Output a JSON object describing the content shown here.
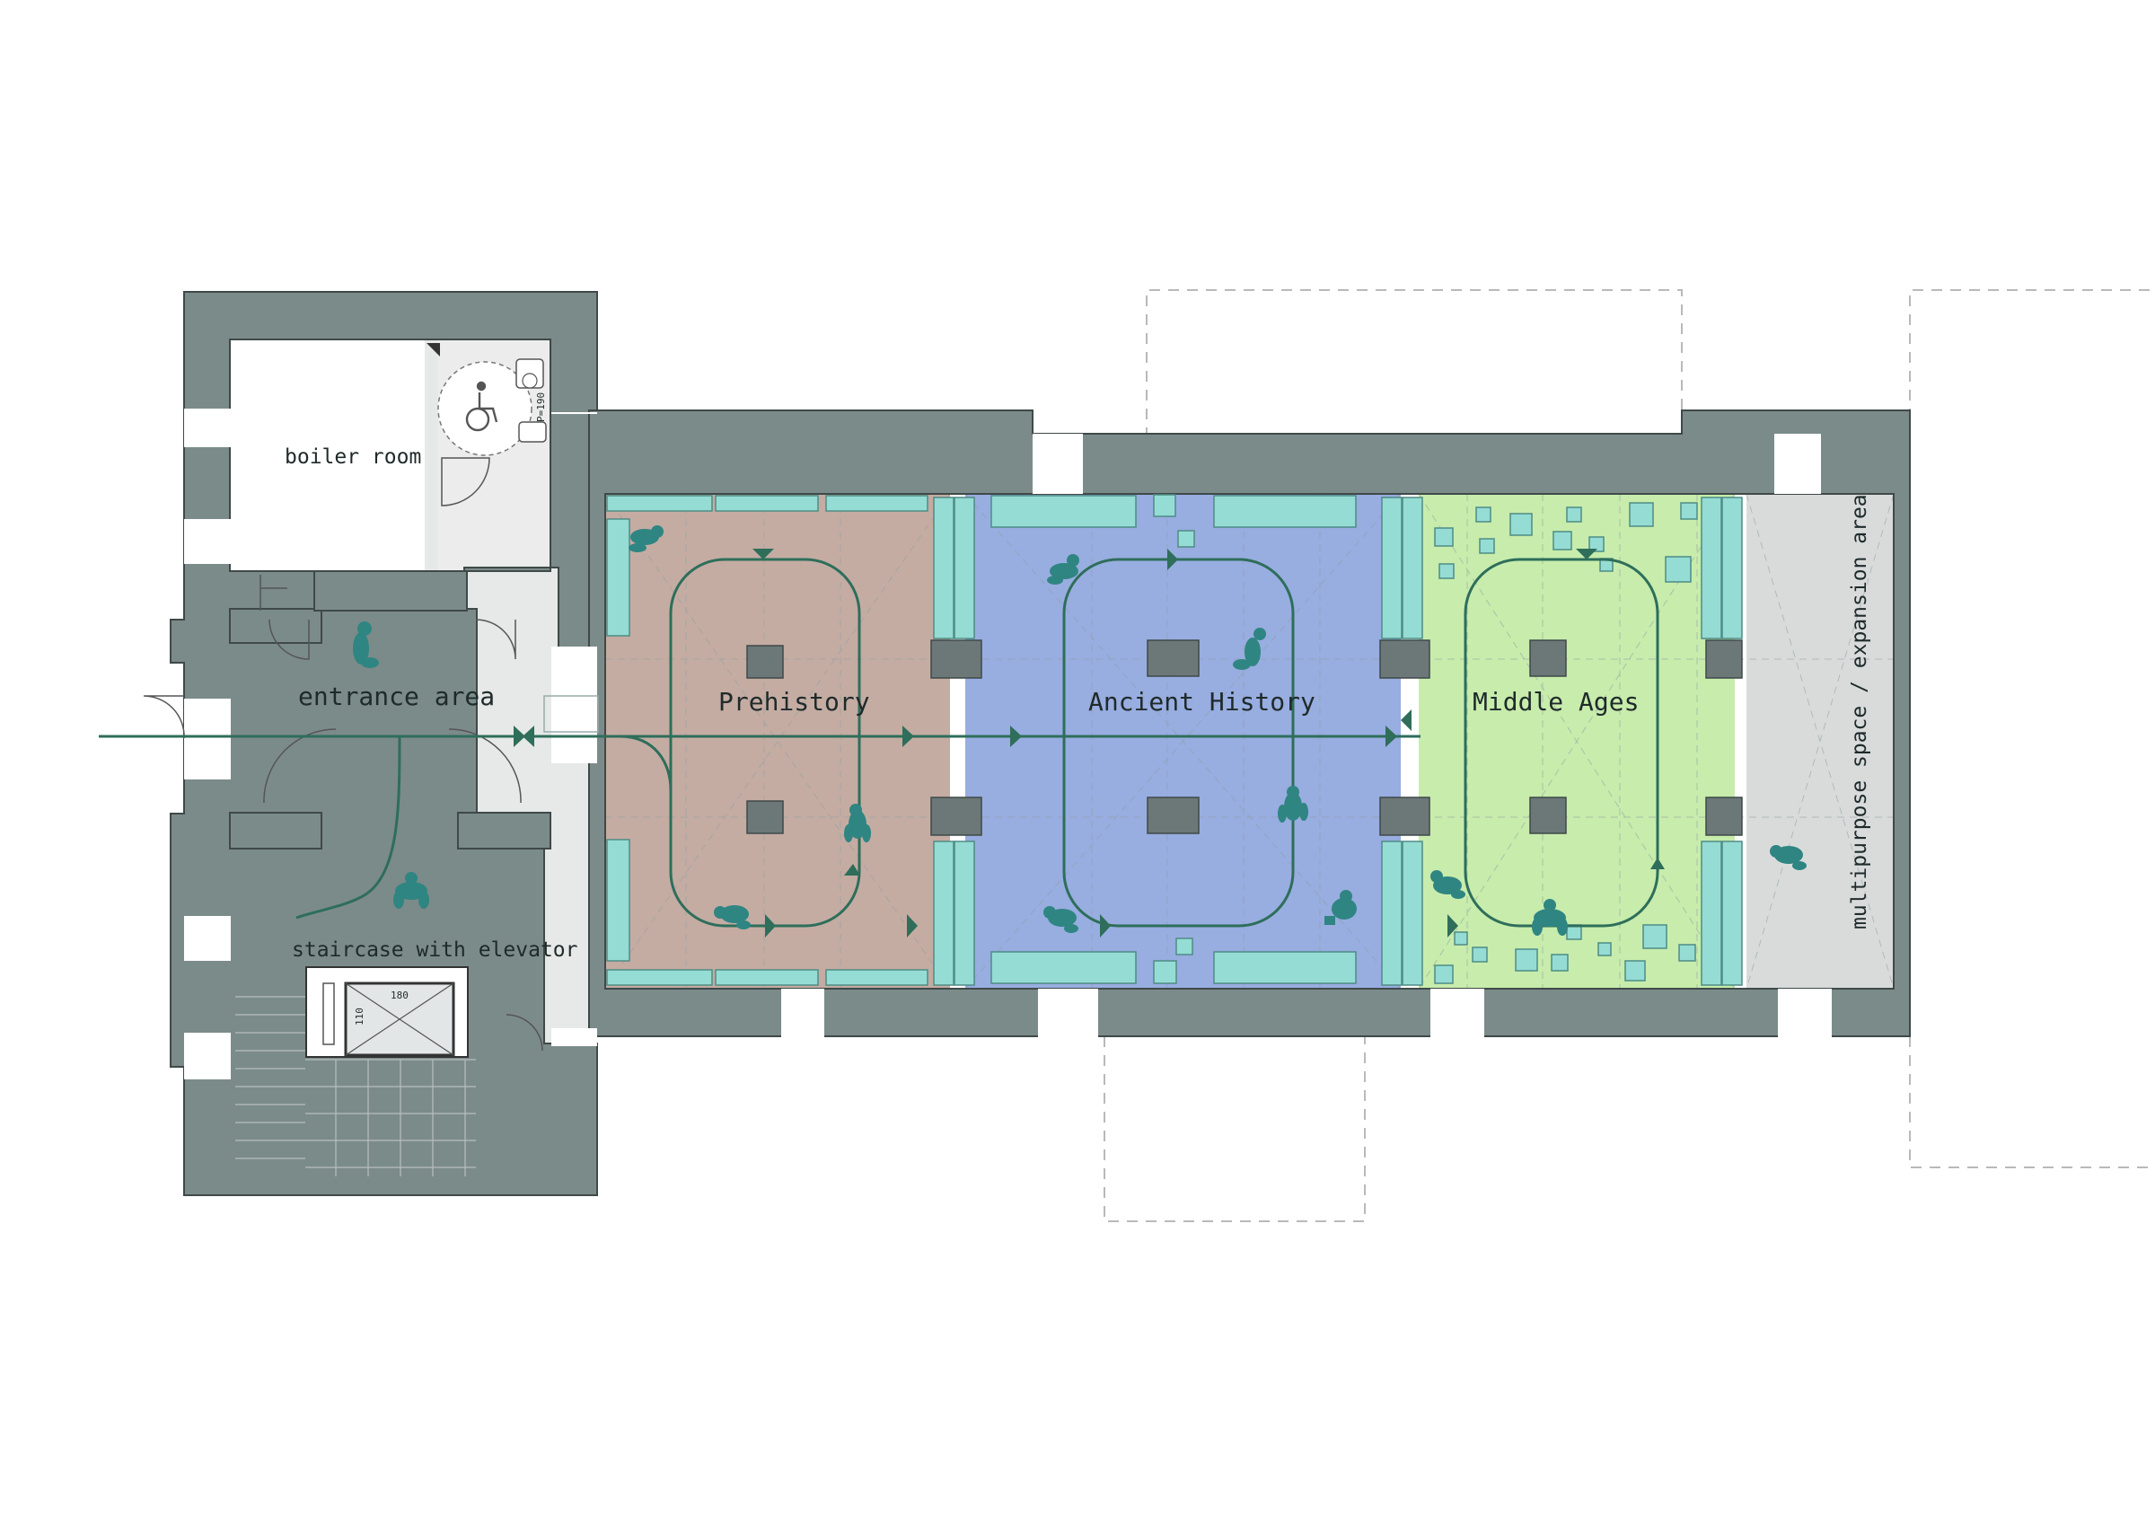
{
  "rooms": {
    "boiler_room": "boiler room",
    "entrance_area": "entrance area",
    "staircase": "staircase with elevator",
    "prehistory": "Prehistory",
    "ancient_history": "Ancient History",
    "middle_ages": "Middle Ages",
    "multipurpose": "multipurpose space / expansion area"
  },
  "dimensions": {
    "elevator_width": "180",
    "elevator_depth": "110",
    "wc_label": "P=190"
  },
  "colors": {
    "wall": "#7b8b89",
    "prehistory_zone": "#c4aca3",
    "ancient_zone": "#98ade0",
    "middle_zone": "#c7ecac",
    "service_zone": "#e6e9e7",
    "multipurpose_zone": "#d9dbdb",
    "showcase": "#95ddd4",
    "visitor_figure": "#2f8582",
    "route_line": "#2e6e5a",
    "pillar": "#6c7877",
    "dashed_outline": "#b9b9b9"
  },
  "icons": {
    "wheelchair": "wheelchair-icon",
    "visitor": "visitor-figure-icon",
    "route_arrow": "route-arrow-icon"
  }
}
